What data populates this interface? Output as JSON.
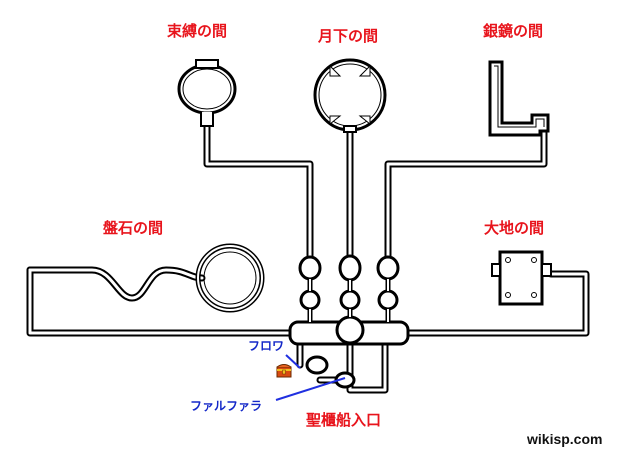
{
  "rooms": {
    "binding": "束縛の間",
    "moonlight": "月下の間",
    "silver_mirror": "銀鏡の間",
    "boulder": "盤石の間",
    "earth": "大地の間"
  },
  "entrance": "聖櫃船入口",
  "markers": {
    "flowa": "フロワ",
    "falfarra": "ファルファラ"
  },
  "watermark": "wikisp.com",
  "colors": {
    "room_label": "#e8141c",
    "npc_label": "#1428c8",
    "pointer_line": "#2030e0",
    "corridor": "#000000",
    "watermark": "#111111"
  },
  "icons": {
    "chest": "treasure-chest-icon"
  }
}
